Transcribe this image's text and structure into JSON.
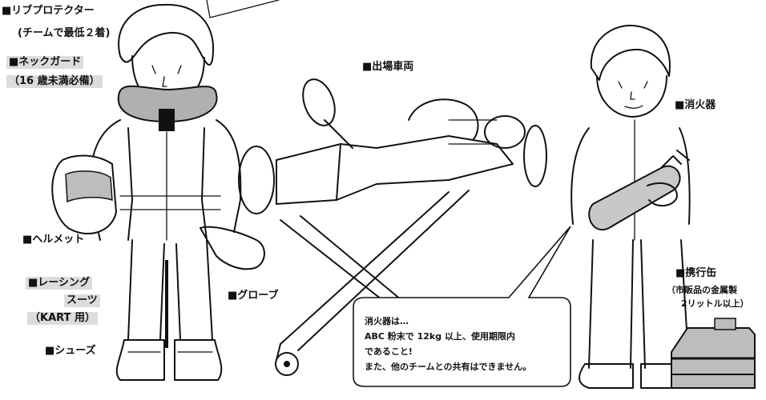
{
  "labels": {
    "rib_protector": "■リブプロテクター",
    "rib_protector_note": "(チームで最低２着)",
    "neck_guard": "■ネックガード",
    "neck_guard_note": "（16 歳未満必備）",
    "vehicle": "■出場車両",
    "extinguisher": "■消火器",
    "helmet": "■ヘルメット",
    "racing_suit_1": "■レーシング",
    "racing_suit_2": "スーツ",
    "racing_suit_3": "（KART 用）",
    "glove": "■グローブ",
    "shoes": "■シューズ",
    "can": "■携行缶",
    "can_note_1": "（市販品の金属製",
    "can_note_2": "2リットル以上）"
  },
  "bubble": {
    "line1": "消火器は…",
    "line2": "ABC 粉末で 12kg 以上、使用期限内",
    "line3": "であること!",
    "line4": "また、他のチームとの共有はできません。"
  },
  "colors": {
    "ink": "#111111",
    "label_bg": "#dcdcdc",
    "neck_guard": "#b0b0b0",
    "extinguisher": "#c8c8c8",
    "can": "#bdbdbd"
  }
}
